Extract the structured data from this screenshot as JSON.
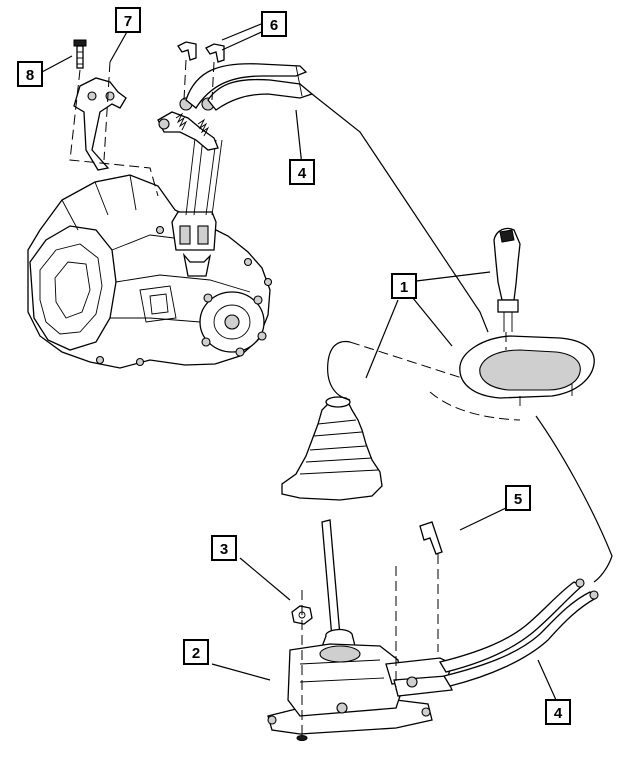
{
  "callouts": [
    {
      "id": "1",
      "label": "1"
    },
    {
      "id": "2",
      "label": "2"
    },
    {
      "id": "3",
      "label": "3"
    },
    {
      "id": "4a",
      "label": "4"
    },
    {
      "id": "4b",
      "label": "4"
    },
    {
      "id": "5",
      "label": "5"
    },
    {
      "id": "6",
      "label": "6"
    },
    {
      "id": "7",
      "label": "7"
    },
    {
      "id": "8",
      "label": "8"
    }
  ],
  "parts": {
    "transmission": "transmission-assembly",
    "shift_knob": "shift-knob",
    "bezel": "shifter-bezel",
    "boot": "shift-boot",
    "shifter": "gearshift-mechanism",
    "cables": "shift-cables",
    "clip": "retaining-clip",
    "nut": "mounting-nut",
    "bracket": "cable-bracket",
    "bolt": "bracket-bolt",
    "cable_clips": "cable-clips"
  }
}
